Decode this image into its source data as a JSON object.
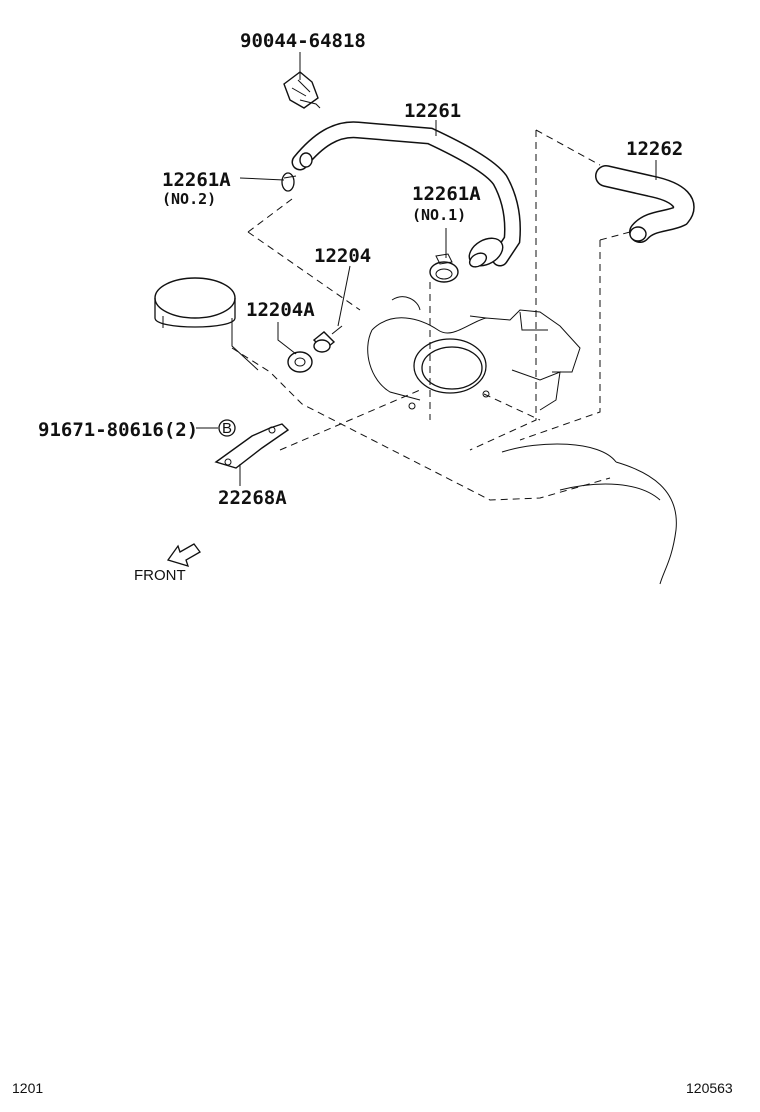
{
  "labels": {
    "clip": "90044-64818",
    "hose_main": "12261",
    "clamp_no2": "12261A",
    "clamp_no2_note": "(NO.2)",
    "clamp_no1": "12261A",
    "clamp_no1_note": "(NO.1)",
    "hose_right": "12262",
    "valve": "12204",
    "grommet": "12204A",
    "bolt": "91671-80616(2)",
    "bolt_ref": "B",
    "bracket": "22268A",
    "front": "FRONT"
  },
  "footer": {
    "left_code": "1201",
    "right_code": "120563"
  }
}
